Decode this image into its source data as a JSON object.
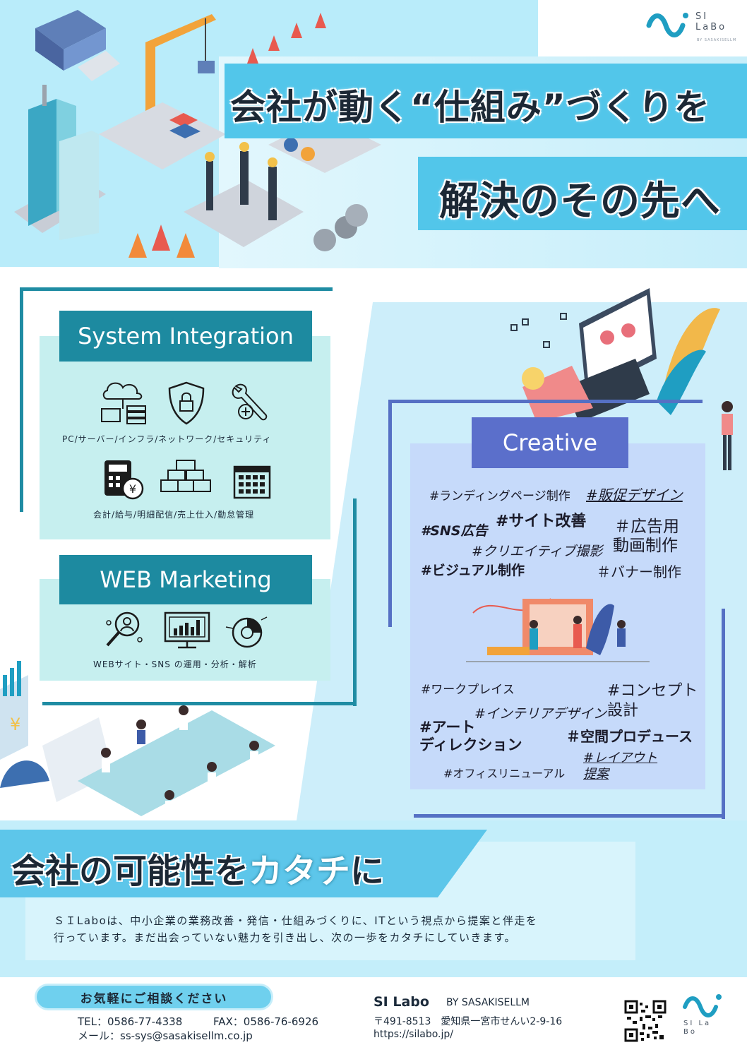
{
  "hero": {
    "title_line1": "会社が動く“仕組み”づくりを",
    "title_line2": "解決のその先へ"
  },
  "logo": {
    "brand": "SI LaBo",
    "sub": "BY SASAKISELLM"
  },
  "system_integration": {
    "header": "System Integration",
    "row1_caption": "PC/サーバー/インフラ/ネットワーク/セキュリティ",
    "row2_caption": "会計/給与/明細配信/売上仕入/勤怠管理",
    "row1_icons": [
      "cloud-network-icon",
      "shield-lock-icon",
      "wrench-gear-icon"
    ],
    "row2_icons": [
      "calculator-yen-icon",
      "boxes-icon",
      "calendar-icon"
    ]
  },
  "web_marketing": {
    "header": "WEB Marketing",
    "caption": "WEBサイト・SNS の運用・分析・解析",
    "icons": [
      "magnifier-people-icon",
      "monitor-chart-icon",
      "pie-analysis-icon"
    ]
  },
  "creative": {
    "header": "Creative",
    "tags_top": [
      "#ランディングページ制作",
      "#販促デザイン",
      "#SNS広告",
      "#サイト改善",
      "＃広告用",
      "動画制作",
      "#クリエイティブ撮影",
      "#ビジュアル制作",
      "＃バナー制作"
    ],
    "tags_bottom": [
      "#ワークプレイス",
      "#コンセプト",
      "設計",
      "#インテリアデザイン",
      "#アート",
      "ディレクション",
      "＃空間プロデュース",
      "#オフィスリニューアル",
      "#レイアウト",
      "提案"
    ]
  },
  "slogan": {
    "prefix": "会社の可能性を",
    "highlight": "カタチ",
    "suffix": "に"
  },
  "description": {
    "line1": "ＳＩLaboは、中小企業の業務改善・発信・仕組みづくりに、ITという視点から提案と伴走を",
    "line2": "行っています。まだ出会っていない魅力を引き出し、次の一歩をカタチにしていきます。"
  },
  "footer": {
    "consult": "お気軽にご相談ください",
    "tel": "TEL：0586-77-4338",
    "fax": "FAX：0586-76-6926",
    "mail": "メール：ss-sys@sasakisellm.co.jp",
    "company": "SI Labo",
    "company_by": "BY SASAKISELLM",
    "address": "〒491-8513　愛知県一宮市せんい2-9-16",
    "url": "https://silabo.jp/"
  },
  "colors": {
    "teal": "#1d8aa0",
    "sky": "#52c6ea",
    "indigo": "#5b6fcb",
    "panel_teal": "#c6efef",
    "panel_blue": "#c6dafa"
  }
}
